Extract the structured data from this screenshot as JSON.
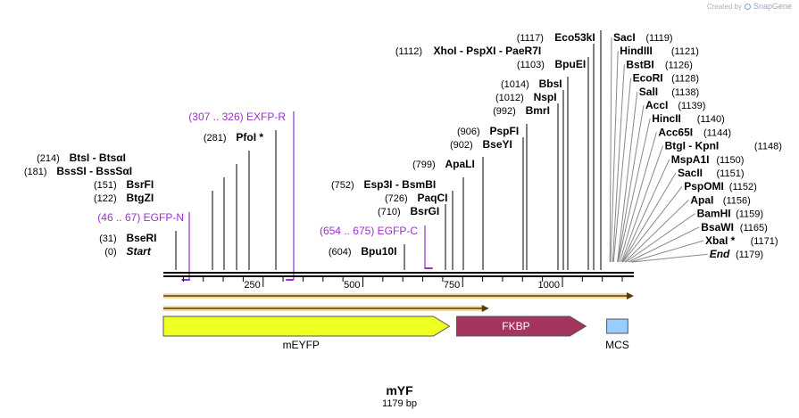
{
  "credit": {
    "created_by": "Created by",
    "brand": "SnapGene"
  },
  "plasmid": {
    "name": "mYF",
    "length_label": "1179 bp"
  },
  "colors": {
    "primer": "#9b30d0",
    "feature_mEYFP": "#eeff22",
    "feature_FKBP": "#a3355f",
    "feature_MCS": "#99ccff",
    "orf_arrow": "#e8aa30"
  },
  "ruler": {
    "bp_total": 1179,
    "ticks": [
      {
        "bp": 250,
        "label": "250"
      },
      {
        "bp": 500,
        "label": "500"
      },
      {
        "bp": 750,
        "label": "750"
      },
      {
        "bp": 1000,
        "label": "1000"
      }
    ]
  },
  "sites": [
    {
      "pos": "(0)",
      "name": "Start",
      "bp": 0,
      "italic": true
    },
    {
      "pos": "(31)",
      "name": "BseRI",
      "bp": 31
    },
    {
      "pos": "(122)",
      "name": "BtgZI",
      "bp": 122
    },
    {
      "pos": "(151)",
      "name": "BsrFI",
      "bp": 151
    },
    {
      "pos": "(181)",
      "name": "BssSI  -  BssSαI",
      "bp": 181
    },
    {
      "pos": "(214)",
      "name": "BtsI  -  BtsαI",
      "bp": 214
    },
    {
      "pos": "(281)",
      "name": "PfoI *",
      "bp": 281
    },
    {
      "pos": "(604)",
      "name": "Bpu10I",
      "bp": 604
    },
    {
      "pos": "(710)",
      "name": "BsrGI",
      "bp": 710
    },
    {
      "pos": "(726)",
      "name": "PaqCI",
      "bp": 726
    },
    {
      "pos": "(752)",
      "name": "Esp3I  -  BsmBI",
      "bp": 752
    },
    {
      "pos": "(799)",
      "name": "ApaLI",
      "bp": 799
    },
    {
      "pos": "(902)",
      "name": "BseYI",
      "bp": 902
    },
    {
      "pos": "(906)",
      "name": "PspFI",
      "bp": 906
    },
    {
      "pos": "(992)",
      "name": "BmrI",
      "bp": 992
    },
    {
      "pos": "(1012)",
      "name": "NspI",
      "bp": 1012
    },
    {
      "pos": "(1014)",
      "name": "BbsI",
      "bp": 1014
    },
    {
      "pos": "(1103)",
      "name": "BpuEI",
      "bp": 1103
    },
    {
      "pos": "(1112)",
      "name": "XhoI  -  PspXI  -  PaeR7I",
      "bp": 1112
    },
    {
      "pos": "(1117)",
      "name": "Eco53kI",
      "bp": 1117
    },
    {
      "pos": "(1119)",
      "name": "SacI",
      "bp": 1119,
      "pos_right": true
    },
    {
      "pos": "(1121)",
      "name": "HindIII",
      "bp": 1121,
      "pos_right": true
    },
    {
      "pos": "(1126)",
      "name": "BstBI",
      "bp": 1126,
      "pos_right": true
    },
    {
      "pos": "(1128)",
      "name": "EcoRI",
      "bp": 1128,
      "pos_right": true
    },
    {
      "pos": "(1138)",
      "name": "SalI",
      "bp": 1138,
      "pos_right": true
    },
    {
      "pos": "(1139)",
      "name": "AccI",
      "bp": 1139,
      "pos_right": true
    },
    {
      "pos": "(1140)",
      "name": "HincII",
      "bp": 1140,
      "pos_right": true
    },
    {
      "pos": "(1144)",
      "name": "Acc65I",
      "bp": 1144,
      "pos_right": true
    },
    {
      "pos": "(1148)",
      "name": "BtgI  -  KpnI",
      "bp": 1148,
      "pos_right": true
    },
    {
      "pos": "(1150)",
      "name": "MspA1I",
      "bp": 1150,
      "pos_right": true
    },
    {
      "pos": "(1151)",
      "name": "SacII",
      "bp": 1151,
      "pos_right": true
    },
    {
      "pos": "(1152)",
      "name": "PspOMI",
      "bp": 1152,
      "pos_right": true
    },
    {
      "pos": "(1156)",
      "name": "ApaI",
      "bp": 1156,
      "pos_right": true
    },
    {
      "pos": "(1159)",
      "name": "BamHI",
      "bp": 1159,
      "pos_right": true
    },
    {
      "pos": "(1165)",
      "name": "BsaWI",
      "bp": 1165,
      "pos_right": true
    },
    {
      "pos": "(1171)",
      "name": "XbaI *",
      "bp": 1171,
      "pos_right": true
    },
    {
      "pos": "(1179)",
      "name": "End",
      "bp": 1179,
      "pos_right": true,
      "italic": true
    }
  ],
  "primers": [
    {
      "range": "(46 .. 67)",
      "name": "EGFP-N",
      "start": 46,
      "end": 67,
      "direction": "forward"
    },
    {
      "range": "(307 .. 326)",
      "name": "EXFP-R",
      "start": 307,
      "end": 326,
      "direction": "reverse"
    },
    {
      "range": "(654 .. 675)",
      "name": "EGFP-C",
      "start": 654,
      "end": 675,
      "direction": "forward"
    }
  ],
  "orfs": [
    {
      "start": 0,
      "end": 1179
    },
    {
      "start": 0,
      "end": 816
    }
  ],
  "features": [
    {
      "name": "mEYFP",
      "start": 0,
      "end": 717,
      "type": "arrow",
      "label_position": "below"
    },
    {
      "name": "FKBP",
      "start": 735,
      "end": 1059,
      "type": "arrow",
      "label_position": "inside"
    },
    {
      "name": "MCS",
      "start": 1111,
      "end": 1164,
      "type": "box",
      "label_position": "below"
    }
  ]
}
